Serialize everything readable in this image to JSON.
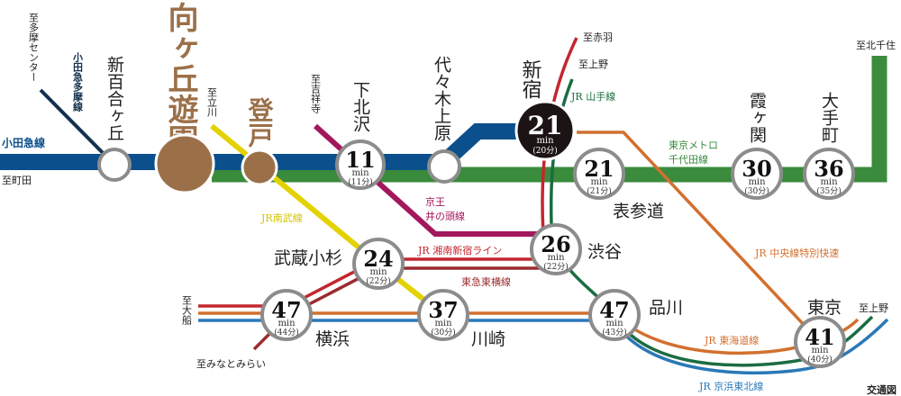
{
  "colors": {
    "odakyu": "#0b4f8c",
    "chiyoda": "#3a8b3c",
    "tama": "#14304f",
    "nambu": "#e3d200",
    "inokashira": "#a3185c",
    "shonan": "#c4262e",
    "toyoko": "#9b2b2f",
    "yamanote": "#1b6d42",
    "tokaido": "#d2702f",
    "keihin": "#2a78b8",
    "chuo": "#d2702f",
    "home": "#9b7049",
    "shinjuku": "#1c1414"
  },
  "labels": {
    "to_tama_center": "至多摩センター",
    "odakyu_tama": "小田急多摩線",
    "odakyu": "小田急線",
    "to_machida": "至町田",
    "to_tachikawa": "至立川",
    "to_kichijoji": "至吉祥寺",
    "to_akabane": "至赤羽",
    "to_ueno_1": "至上野",
    "yamanote": "JR 山手線",
    "metro_1": "東京メトロ",
    "metro_2": "千代田線",
    "to_kitasenju": "至北千住",
    "keio_1": "京王",
    "keio_2": "井の頭線",
    "nambu": "JR南武線",
    "shonan": "JR 湘南新宿ライン",
    "toyoko": "東急東横線",
    "chuo": "JR 中央線特別快速",
    "to_ofuna": "至大船",
    "to_minatomirai": "至みなとみらい",
    "tokaido": "JR 東海道線",
    "keihin": "JR 京浜東北線",
    "to_ueno_2": "至上野",
    "legend": "交通図"
  },
  "stations": {
    "shinyurigaoka": {
      "name": "新百合ヶ丘"
    },
    "mukogaoka": {
      "name": "向ヶ丘遊園"
    },
    "noborito": {
      "name": "登戸"
    },
    "shimokitazawa": {
      "name": "下北沢",
      "time": "11",
      "unit": "min",
      "alt": "(11分)"
    },
    "yoyogiuehara": {
      "name": "代々木上原"
    },
    "shinjuku": {
      "name": "新宿",
      "time": "21",
      "unit": "min",
      "alt": "(20分)"
    },
    "omotesando": {
      "name": "表参道",
      "time": "21",
      "unit": "min",
      "alt": "(21分)"
    },
    "kasumigaseki": {
      "name": "霞ヶ関",
      "time": "30",
      "unit": "min",
      "alt": "(30分)"
    },
    "otemachi": {
      "name": "大手町",
      "time": "36",
      "unit": "min",
      "alt": "(35分)"
    },
    "shibuya": {
      "name": "渋谷",
      "time": "26",
      "unit": "min",
      "alt": "(22分)"
    },
    "musashikosugi": {
      "name": "武蔵小杉",
      "time": "24",
      "unit": "min",
      "alt": "(22分)"
    },
    "yokohama": {
      "name": "横浜",
      "time": "47",
      "unit": "min",
      "alt": "(44分)"
    },
    "kawasaki": {
      "name": "川崎",
      "time": "37",
      "unit": "min",
      "alt": "(30分)"
    },
    "shinagawa": {
      "name": "品川",
      "time": "47",
      "unit": "min",
      "alt": "(43分)"
    },
    "tokyo": {
      "name": "東京",
      "time": "41",
      "unit": "min",
      "alt": "(40分)"
    }
  }
}
